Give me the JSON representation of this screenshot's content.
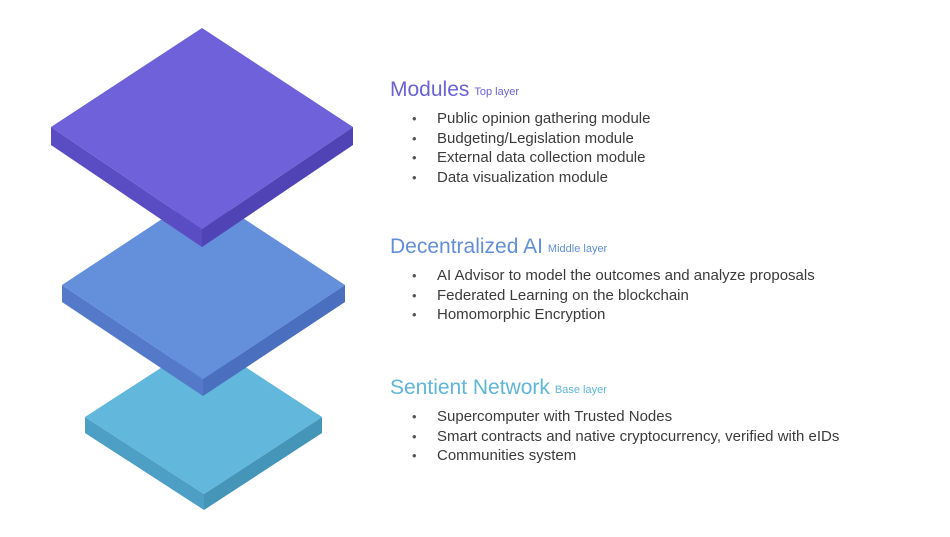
{
  "colors": {
    "top": "#6c61d8",
    "middle": "#628fd8",
    "base": "#5fb6d9",
    "text": "#3b3b3b"
  },
  "layers": [
    {
      "title": "Modules",
      "tag": "Top layer",
      "color": "#6c61d8",
      "items": [
        "Public opinion gathering module",
        "Budgeting/Legislation module",
        "External data collection module",
        "Data visualization module"
      ]
    },
    {
      "title": "Decentralized AI",
      "tag": "Middle  layer",
      "color": "#628fd8",
      "items": [
        "AI Advisor to model the outcomes and analyze proposals",
        "Federated Learning on the blockchain",
        "Homomorphic Encryption"
      ]
    },
    {
      "title": "Sentient Network",
      "tag": "Base  layer",
      "color": "#5fb6d9",
      "items": [
        "Supercomputer with Trusted Nodes",
        "Smart contracts and native cryptocurrency, verified with eIDs",
        "Communities system"
      ]
    }
  ],
  "bullet": "•"
}
